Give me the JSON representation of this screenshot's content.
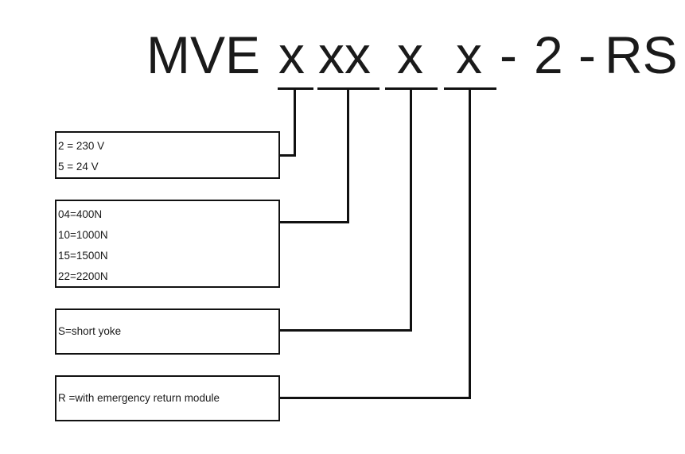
{
  "code": {
    "prefix": "MVE",
    "field1": "x",
    "field2": "xx",
    "field3": "x",
    "field4": "x",
    "sep1": "-",
    "size": "2",
    "sep2": "-",
    "suffix": "RS"
  },
  "boxes": [
    {
      "lines": [
        "2 = 230 V",
        "5 = 24 V"
      ]
    },
    {
      "lines": [
        "04=400N",
        "10=1000N",
        "15=1500N",
        "22=2200N"
      ]
    },
    {
      "lines": [
        "S=short yoke"
      ]
    },
    {
      "lines": [
        "R =with emergency return module"
      ]
    }
  ]
}
